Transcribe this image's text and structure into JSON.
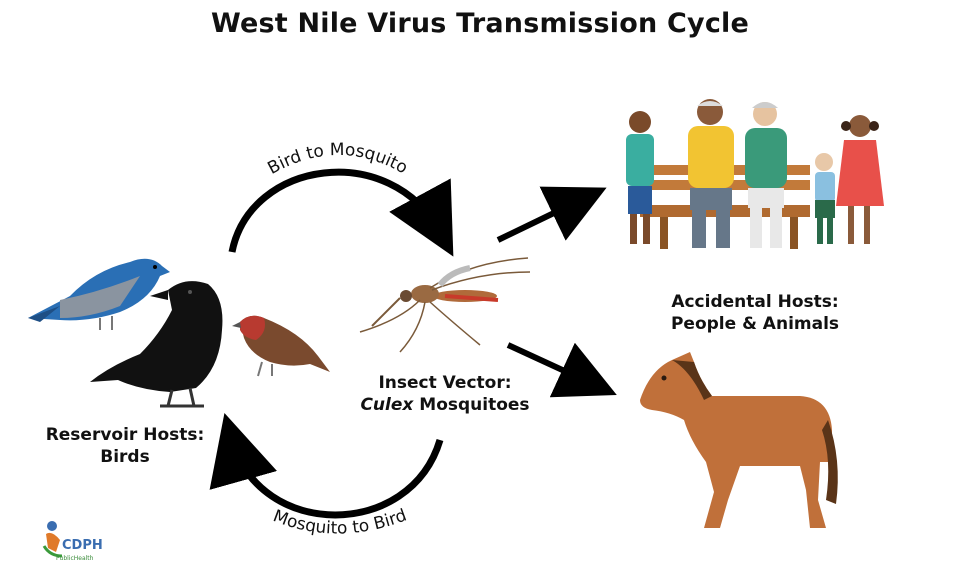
{
  "title": "West Nile Virus Transmission Cycle",
  "arcs": {
    "top": "Bird to Mosquito",
    "bottom": "Mosquito to Bird"
  },
  "reservoir": {
    "line1": "Reservoir Hosts:",
    "line2": "Birds"
  },
  "vector": {
    "line1": "Insect Vector:",
    "line2_italic": "Culex",
    "line2_rest": " Mosquitoes"
  },
  "accidental": {
    "line1": "Accidental Hosts:",
    "line2": "People & Animals"
  },
  "logo": {
    "text": "CDPH",
    "sub": "PublicHealth"
  },
  "colors": {
    "arrow": "#000000",
    "bluebird": "#2a6fb5",
    "crow": "#111111",
    "finch": "#7a4a2e",
    "horse": "#c0703a"
  }
}
